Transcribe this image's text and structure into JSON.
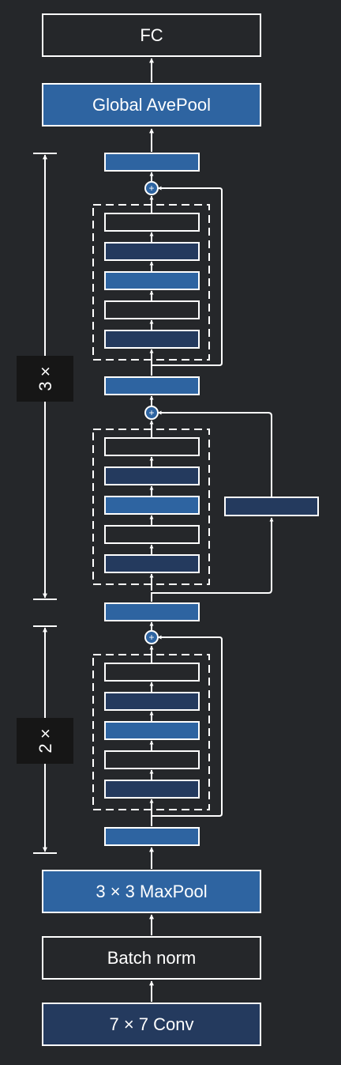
{
  "labels": {
    "fc": "FC",
    "avepool": "Global AvePool",
    "maxpool": "3 × 3 MaxPool",
    "batchnorm": "Batch norm",
    "conv": "7 × 7 Conv",
    "repeat_upper": "3 ×",
    "repeat_lower": "2 ×",
    "plus": "+"
  },
  "colors": {
    "background": "#25272a",
    "block_light": "#2e64a1",
    "block_dark": "#243a5e",
    "block_outline": "#25272a",
    "stroke": "#ffffff",
    "badge": "#161616"
  },
  "blocks": {
    "upper": [
      "outline",
      "dark",
      "light",
      "outline",
      "dark"
    ],
    "middle": [
      "outline",
      "dark",
      "light",
      "outline",
      "dark"
    ],
    "lower": [
      "outline",
      "dark",
      "light",
      "outline",
      "dark"
    ]
  }
}
